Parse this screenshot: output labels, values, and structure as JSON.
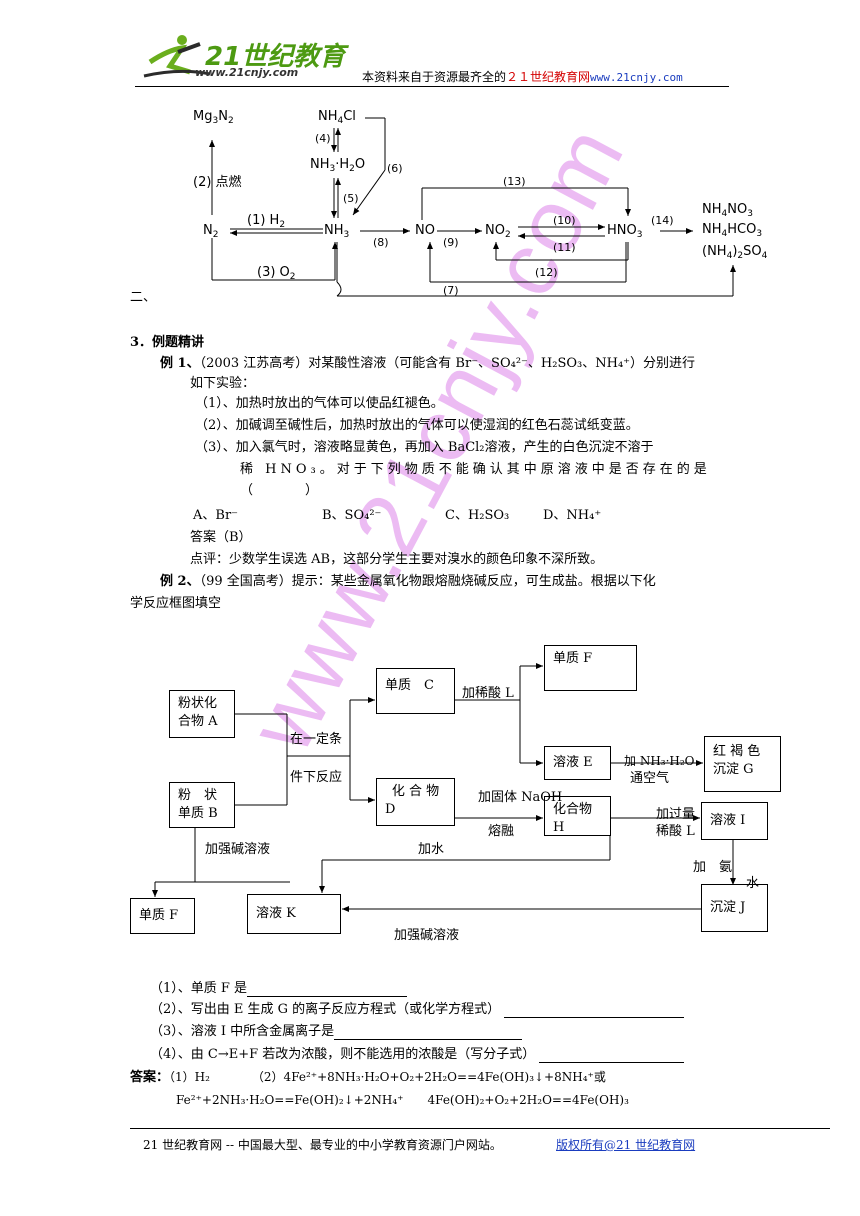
{
  "header": {
    "logo_text": "21世纪教育",
    "logo_url_text": "www.21cnjy.com",
    "tagline_pre": "本资料来自于资源最齐全的",
    "tagline_red": "２１世纪教育网",
    "tagline_url": "www.21cnjy.com"
  },
  "nitrogen_diagram": {
    "nodes": [
      "Mg3N2",
      "NH4Cl",
      "NH3·H2O",
      "N2",
      "NH3",
      "NO",
      "NO2",
      "HNO3",
      "NH4NO3",
      "NH4HCO3",
      "(NH4)2SO4"
    ],
    "labels": [
      "(1) H2",
      "(2)点燃",
      "(3) O2",
      "(4)",
      "(5)",
      "(6)",
      "(7)",
      "(8)",
      "(9)",
      "(10)",
      "(11)",
      "(12)",
      "(13)",
      "(14)"
    ]
  },
  "section_two": "二、",
  "section3_title": "3．例题精讲",
  "ex1": {
    "head": "例 1、",
    "text": "（2003 江苏高考）对某酸性溶液（可能含有 Br⁻、SO₄²⁻、H₂SO₃、NH₄⁺）分别进行",
    "text2": "如下实验：",
    "items": [
      "（1）、加热时放出的气体可以使品红褪色。",
      "（2）、加碱调至碱性后，加热时放出的气体可以使湿润的红色石蕊试纸变蓝。",
      "（3）、加入氯气时，溶液略显黄色，再加入 BaCl₂溶液，产生的白色沉淀不溶于",
      "稀 HNO₃。对于下列物质不能确认其中原溶液中是否存在的是",
      "（　　　　）"
    ],
    "options": [
      "A、Br⁻",
      "B、SO₄²⁻",
      "C、H₂SO₃",
      "D、NH₄⁺"
    ],
    "answer": "答案（B）",
    "comment": "点评：少数学生误选 AB，这部分学生主要对溴水的颜色印象不深所致。"
  },
  "ex2": {
    "head": "例 2、",
    "text": "（99 全国高考）提示：某些金属氧化物跟熔融烧碱反应，可生成盐。根据以下化",
    "text2": "学反应框图填空"
  },
  "flow": {
    "A": [
      "粉状化",
      "合物 A"
    ],
    "B": [
      "粉　状",
      "单质 B"
    ],
    "C": "单质　C",
    "D": [
      "化 合 物",
      "D"
    ],
    "F_top": "单质 F",
    "E": "溶液 E",
    "G": [
      "红 褐 色",
      "沉淀 G"
    ],
    "H": "化合物 H",
    "I": "溶液 I",
    "J": "沉淀 J",
    "F_bottom": "单质 F",
    "K": "溶液 K",
    "cond_ab": [
      "在一定条",
      "件下反应"
    ],
    "acid_L": "加稀酸 L",
    "nh3": "加 NH₃·H₂O",
    "air": "通空气",
    "naoh": "加固体 NaOH",
    "melt": "熔融",
    "excess": [
      "加过量",
      "稀酸 L"
    ],
    "ammonia": [
      "加　氨",
      "水"
    ],
    "strong_base1": "加强碱溶液",
    "water": "加水",
    "strong_base2": "加强碱溶液"
  },
  "questions": [
    "（1）、单质 F 是",
    "（2）、写出由 E 生成 G 的离子反应方程式（或化学方程式）",
    "（3）、溶液 I 中所含金属离子是",
    "（4）、由 C→E+F 若改为浓酸，则不能选用的浓酸是（写分子式）"
  ],
  "answers": {
    "label": "答案：",
    "line1": "（1）H₂　　　　（2）4Fe²⁺+8NH₃·H₂O+O₂+2H₂O==4Fe(OH)₃↓+8NH₄⁺或",
    "line2": "Fe²⁺+2NH₃·H₂O==Fe(OH)₂↓+2NH₄⁺　　4Fe(OH)₂+O₂+2H₂O==4Fe(OH)₃"
  },
  "footer": {
    "left": "21 世纪教育网 -- 中国最大型、最专业的中小学教育资源门户网站。",
    "right": "版权所有@21 世纪教育网"
  },
  "watermark": "www.21cnjy.com"
}
